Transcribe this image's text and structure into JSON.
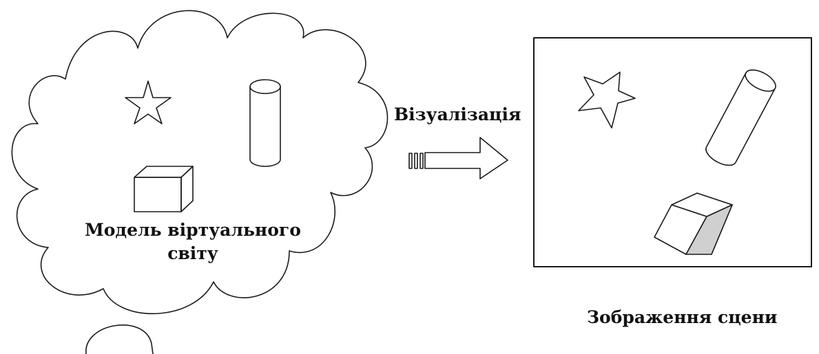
{
  "model": {
    "label_line1": "Модель віртуального",
    "label_line2": "світу"
  },
  "arrow": {
    "label": "Візуалізація"
  },
  "scene": {
    "caption": "Зображення сцени"
  },
  "colors": {
    "stroke": "#1a1a1a",
    "background": "#ffffff",
    "cube_shade": "#d0d0d0"
  }
}
